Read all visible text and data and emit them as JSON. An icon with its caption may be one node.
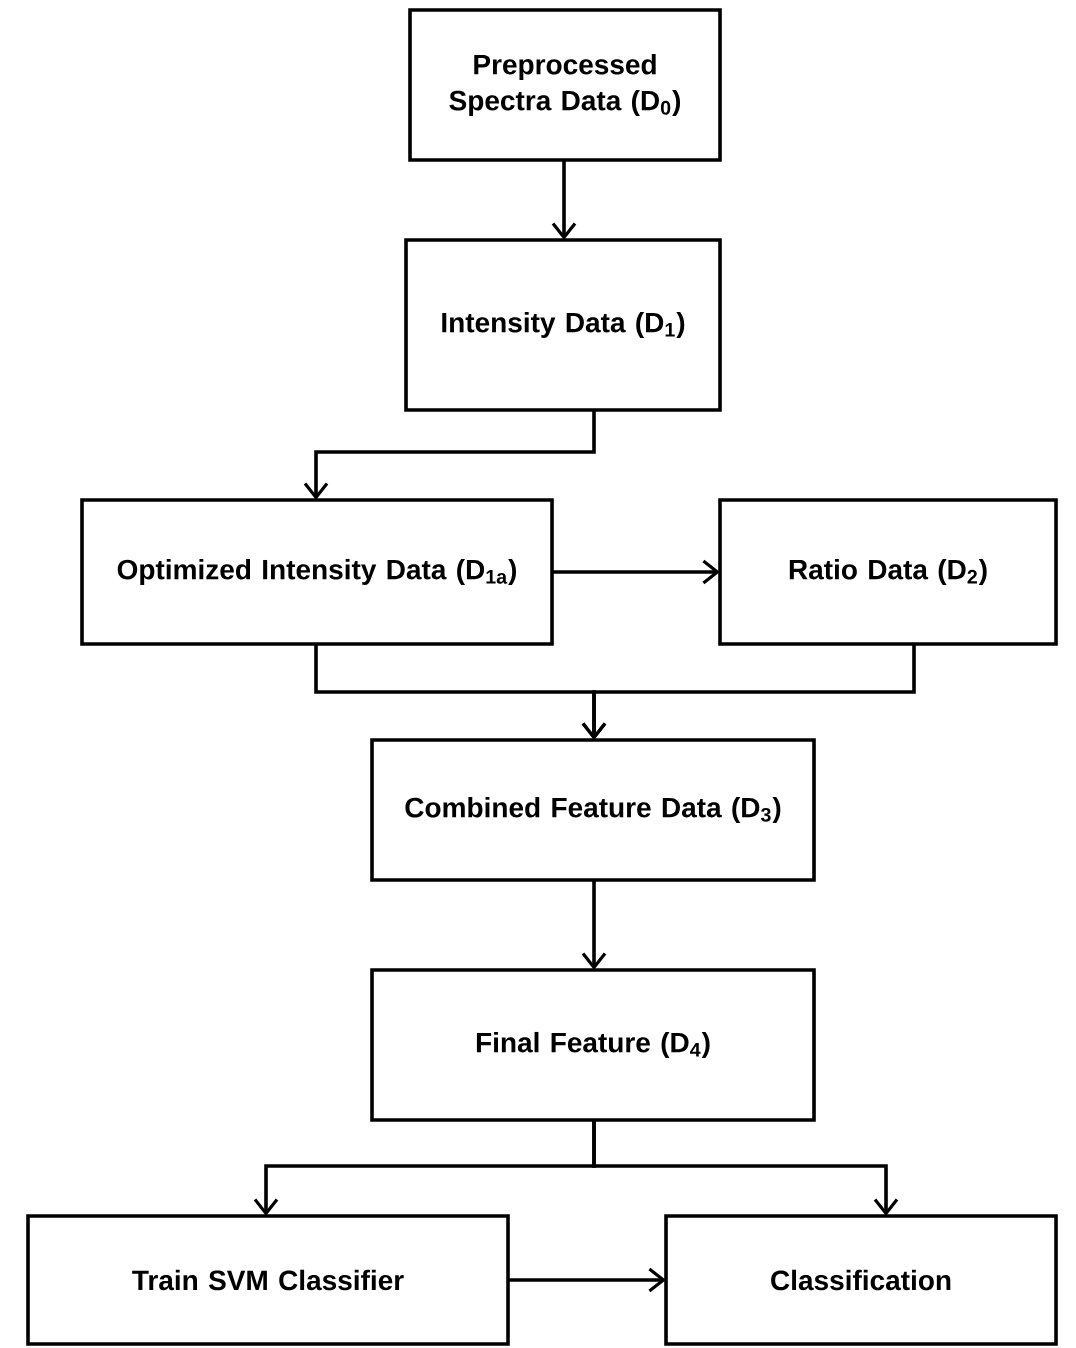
{
  "diagram": {
    "nodes": [
      {
        "text": [
          "Preprocessed Spectra Data (D$_{0}$)"
        ]
      },
      {
        "text": [
          "Intensity Data (D$_{1}$)"
        ]
      },
      {
        "text": [
          "Optimized Intensity Data (D$_{1a}$)"
        ]
      },
      {
        "text": [
          "Ratio Data (D$_{2}$)"
        ]
      },
      {
        "text": [
          "Combined Feature Data (D$_{3}$)"
        ]
      },
      {
        "text": [
          "Final Feature (D$_{4}$)"
        ]
      },
      {
        "text": [
          "Train SVM Classifier"
        ]
      },
      {
        "text": [
          "Classification"
        ]
      }
    ],
    "edges": [
      {
        "from": 0,
        "to": 1,
        "arrow": "to"
      },
      {
        "from": 1,
        "to": 2,
        "arrow": "to"
      },
      {
        "from": 2,
        "to": 3,
        "arrow": "to"
      },
      {
        "from": 2,
        "to": 4,
        "arrow": "to"
      },
      {
        "from": 3,
        "to": 4,
        "arrow": "to"
      },
      {
        "from": 4,
        "to": 5,
        "arrow": "to"
      },
      {
        "from": 5,
        "to": 6,
        "arrow": "to"
      },
      {
        "from": 5,
        "to": 7,
        "arrow": "to"
      },
      {
        "from": 6,
        "to": 7,
        "arrow": "to"
      }
    ]
  }
}
